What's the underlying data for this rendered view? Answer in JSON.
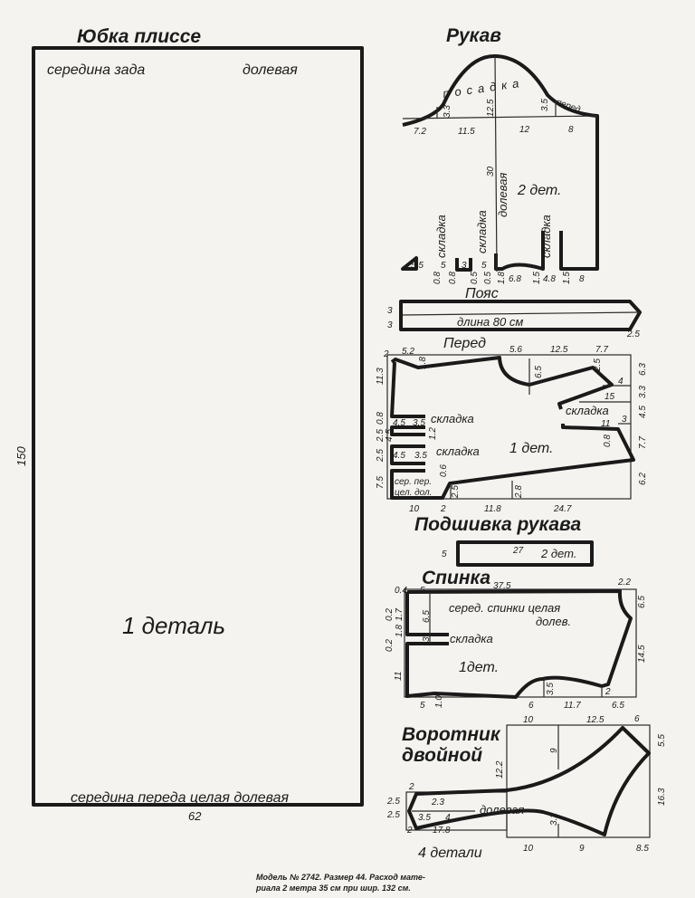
{
  "skirt": {
    "title": "Юбка плиссе",
    "back_center": "середина зада",
    "grain": "долевая",
    "length": "150",
    "count": "1 деталь",
    "front_center": "середина переда целая долевая",
    "width": "62"
  },
  "sleeve": {
    "title": "Рукав",
    "cap": "посадка",
    "front": "перед",
    "count": "2 дет.",
    "grain": "долевая",
    "pleat": "складка",
    "dims": {
      "top_left": "7.2",
      "top_mid_left": "11.5",
      "top_mid_right": "12",
      "top_right": "8",
      "cap_left": "3.3",
      "cap_height": "12.5",
      "cap_right": "3.5",
      "length": "30",
      "bottom": [
        "5.5",
        "5",
        "3",
        "5"
      ],
      "below": [
        "0.8",
        "0.8",
        "0.5",
        "0.5",
        "1.8",
        "6.8",
        "1.5",
        "4.8",
        "1.5",
        "8"
      ]
    }
  },
  "belt": {
    "title": "Пояс",
    "label": "длина 80 см",
    "h1": "3",
    "h2": "3",
    "tip": "2.5"
  },
  "front": {
    "title": "Перед",
    "count": "1 дет.",
    "pleat": "складка",
    "center": "сер. пер.",
    "center2": "цел. дол.",
    "top": [
      "2",
      "5.2",
      "1.8",
      "5.6",
      "12.5",
      "7.7"
    ],
    "right": [
      "6.3",
      "3.3",
      "4.5",
      "7.7",
      "6.2"
    ],
    "left": [
      "11.3",
      "0.8",
      "2.5",
      "4.5",
      "2.5",
      "7.5"
    ],
    "inner": [
      "6.5",
      "2.5",
      "4",
      "15",
      "3",
      "11",
      "0.8",
      "4.5",
      "3.5",
      "1.2",
      "4.5",
      "3.5",
      "0.6",
      "2.5",
      "2.8"
    ],
    "bottom": [
      "10",
      "2",
      "11.8",
      "24.7"
    ]
  },
  "hem": {
    "title": "Подшивка рукава",
    "width": "5",
    "length": "27",
    "count": "2 дет."
  },
  "back": {
    "title": "Спинка",
    "center": "серед. спинки целая",
    "center2": "долев.",
    "pleat": "складка",
    "count": "1дет.",
    "top": [
      "0.4",
      "5",
      "37.5",
      "2.2"
    ],
    "right": [
      "6.5",
      "14.5"
    ],
    "left": [
      "0.2",
      "1.7",
      "1.8",
      "0.2",
      "11"
    ],
    "inner": [
      "6.5",
      "3",
      "3.5",
      "2"
    ],
    "bottom": [
      "5",
      "1.0",
      "6",
      "11.7",
      "6.5"
    ]
  },
  "collar": {
    "title": "Воротник",
    "title2": "двойной",
    "grain": "долевая",
    "count": "4 детали",
    "top": [
      "10",
      "12.5",
      "6"
    ],
    "right": [
      "5.5",
      "16.3"
    ],
    "inner": [
      "12.2",
      "9",
      "3.2",
      "2.3",
      "3.5",
      "4"
    ],
    "left": [
      "2",
      "2.5",
      "2.5",
      "2"
    ],
    "bottom": [
      "17.8",
      "10",
      "9",
      "8.5"
    ]
  },
  "caption": {
    "line1": "Модель № 2742. Размер 44. Расход мате-",
    "line2": "риала 2 метра 35 см при шир. 132 см."
  }
}
